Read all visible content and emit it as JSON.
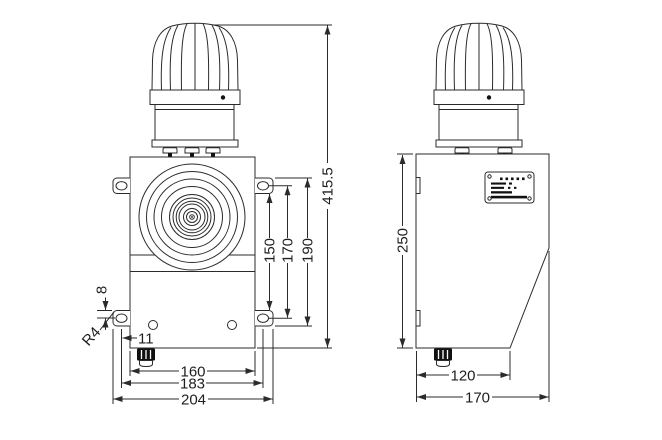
{
  "colors": {
    "background": "#ffffff",
    "line_color": "#2b2b2b",
    "text_color": "#1f1f1f",
    "cable_gland_fill": "#111111"
  },
  "front_view": {
    "dim_overall_height": "415.5",
    "dim_ear_outer_span": "190",
    "dim_hole_span_vertical": "170",
    "dim_ear_inner_span": "150",
    "dim_body_width": "160",
    "dim_hole_span_horizontal": "183",
    "dim_overall_width": "204",
    "dim_hole_offset": "11",
    "dim_ear_hole_edge": "8",
    "dim_corner_radius": "R4"
  },
  "side_view": {
    "dim_body_height": "250",
    "dim_bottom_width": "120",
    "dim_depth": "170"
  }
}
